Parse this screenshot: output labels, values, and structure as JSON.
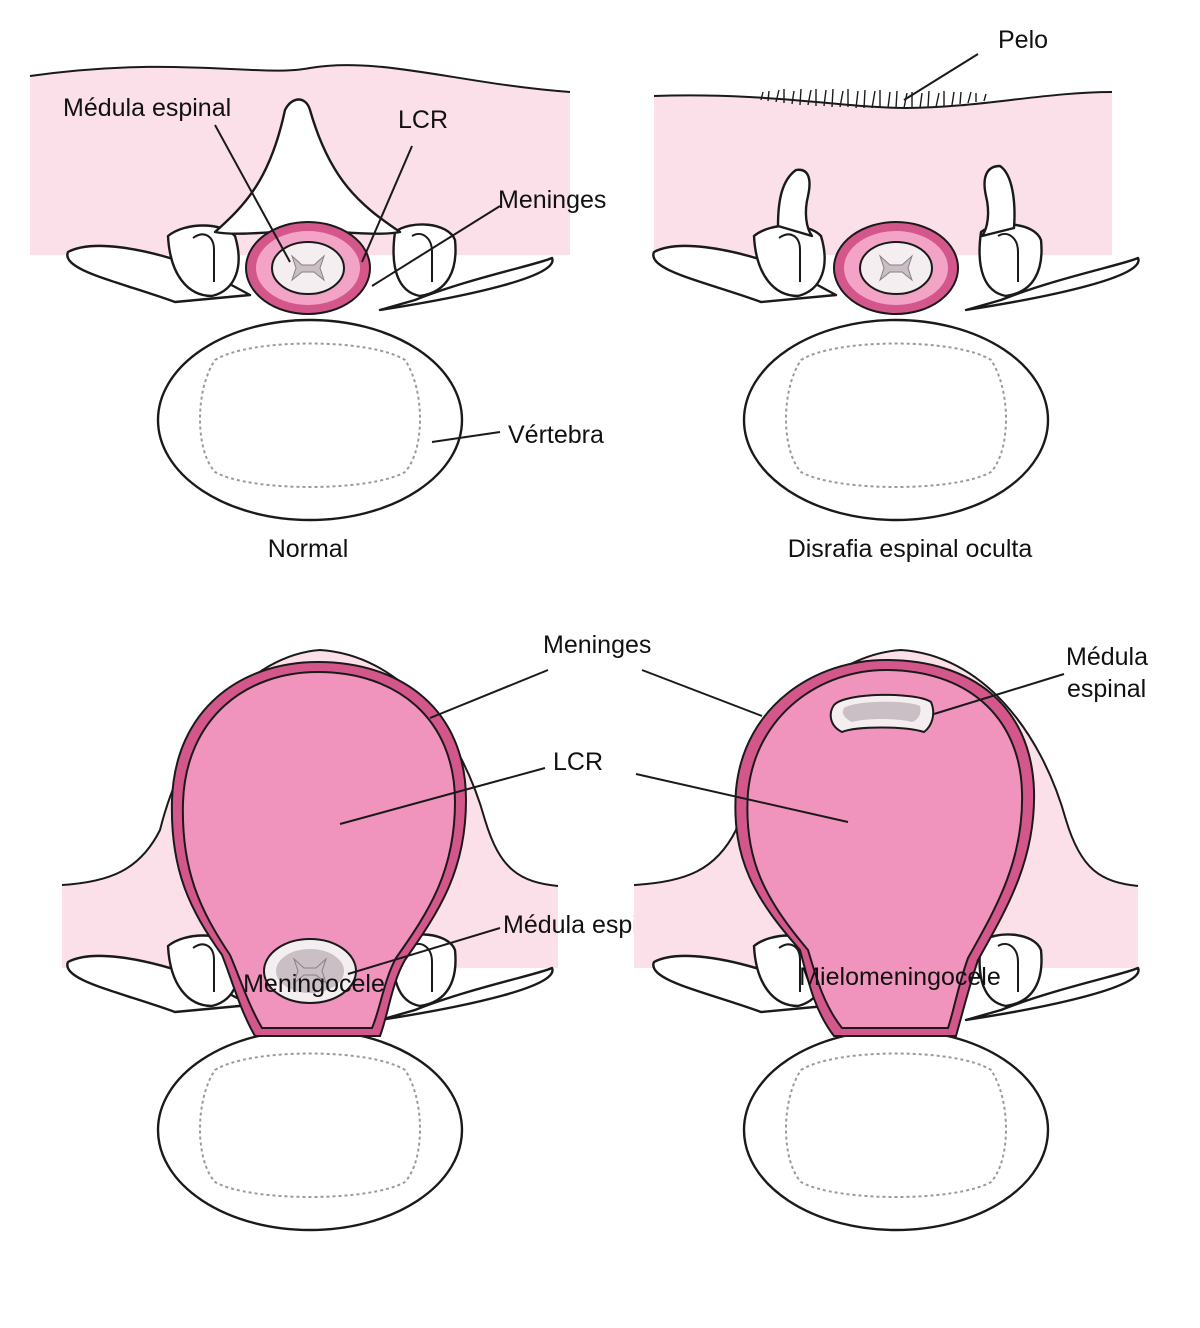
{
  "colors": {
    "tissue": "#fbe0ea",
    "meninges": "#d4578c",
    "csf": "#f3a3c5",
    "sac": "#f094bd",
    "cord": "#f4eef0",
    "cord_gray": "#c9bfc4",
    "outline": "#1a1a1a"
  },
  "panels": {
    "normal": {
      "caption": "Normal",
      "labels": {
        "spinal_cord": "Médula espinal",
        "csf": "LCR",
        "meninges": "Meninges",
        "vertebra": "Vértebra"
      }
    },
    "occulta": {
      "caption": "Disrafia espinal oculta",
      "labels": {
        "hair": "Pelo"
      }
    },
    "meningocele": {
      "caption": "Meningocele",
      "labels": {
        "meninges": "Meninges",
        "csf": "LCR",
        "spinal_cord": "Médula espinal"
      }
    },
    "myelomeningocele": {
      "caption": "Mielomeningocele",
      "labels": {
        "spinal_cord_line1": "Médula",
        "spinal_cord_line2": "espinal"
      }
    }
  }
}
